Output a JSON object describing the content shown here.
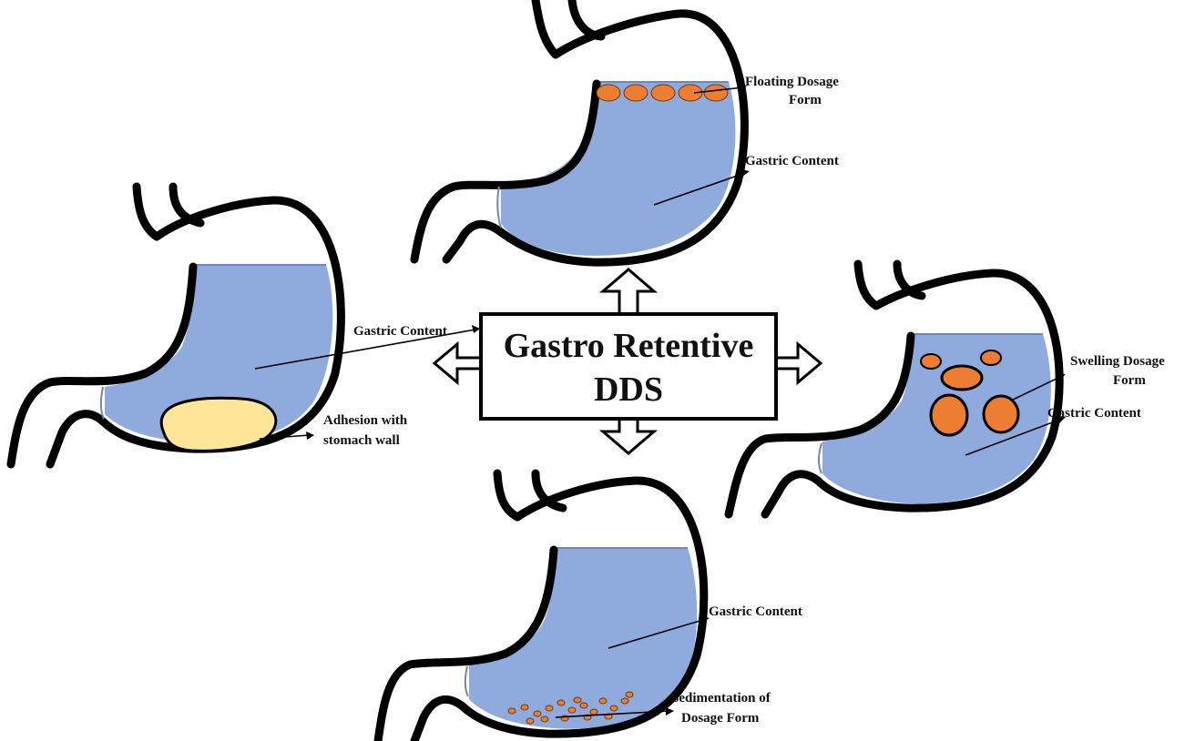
{
  "center": {
    "title_line1": "Gastro Retentive",
    "title_line2": "DDS"
  },
  "top": {
    "label_floating_1": "Floating Dosage",
    "label_floating_2": "Form",
    "label_content": "Gastric Content"
  },
  "left": {
    "label_content": "Gastric Content",
    "label_adhesion_1": "Adhesion with",
    "label_adhesion_2": "stomach wall"
  },
  "right": {
    "label_swelling_1": "Swelling Dosage",
    "label_swelling_2": "Form",
    "label_content": "Gastric Content"
  },
  "bottom": {
    "label_content": "Gastric Content",
    "label_sediment_1": "Sedimentation of",
    "label_sediment_2": "Dosage Form"
  },
  "colors": {
    "gastric_content": "#8faadc",
    "dosage_orange": "#ed7d31",
    "adhesion_yellow": "#ffe699",
    "wall": "#000000"
  }
}
